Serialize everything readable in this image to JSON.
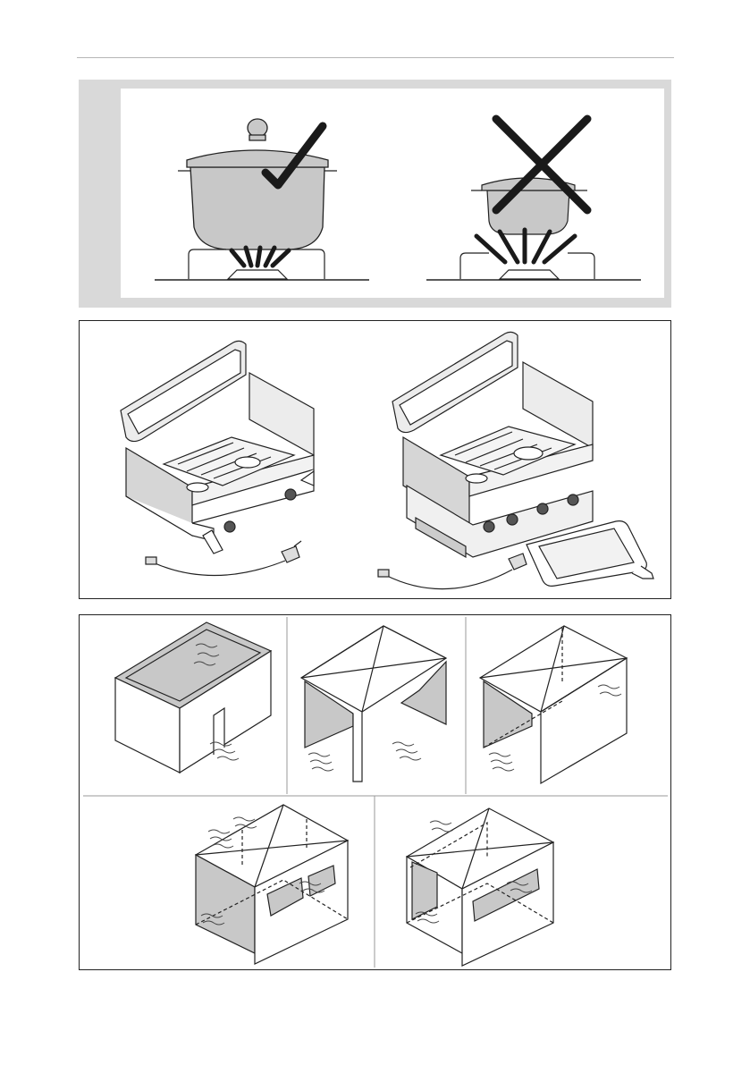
{
  "page": {
    "background": "#ffffff",
    "rule_color": "#b5b5b5"
  },
  "figures": [
    {
      "id": "pot-size",
      "icons": [
        "pot-correct-icon",
        "checkmark-icon",
        "pot-too-small-icon",
        "cross-icon",
        "burner-flame-icon"
      ]
    },
    {
      "id": "stoves",
      "icons": [
        "camping-stove-icon",
        "camping-stove-with-oven-icon",
        "gas-hose-icon",
        "baking-tray-icon"
      ]
    },
    {
      "id": "ventilation",
      "icons": [
        "closed-room-icon",
        "open-gazebo-icon",
        "gazebo-one-side-open-icon",
        "gazebo-roof-vents-icon",
        "gazebo-side-window-icon",
        "airflow-icon"
      ]
    }
  ],
  "colors": {
    "gray_fill": "#d9d9d9",
    "line": "#222222",
    "pot_fill": "#c8c8c8",
    "mark": "#1a1a1a"
  }
}
